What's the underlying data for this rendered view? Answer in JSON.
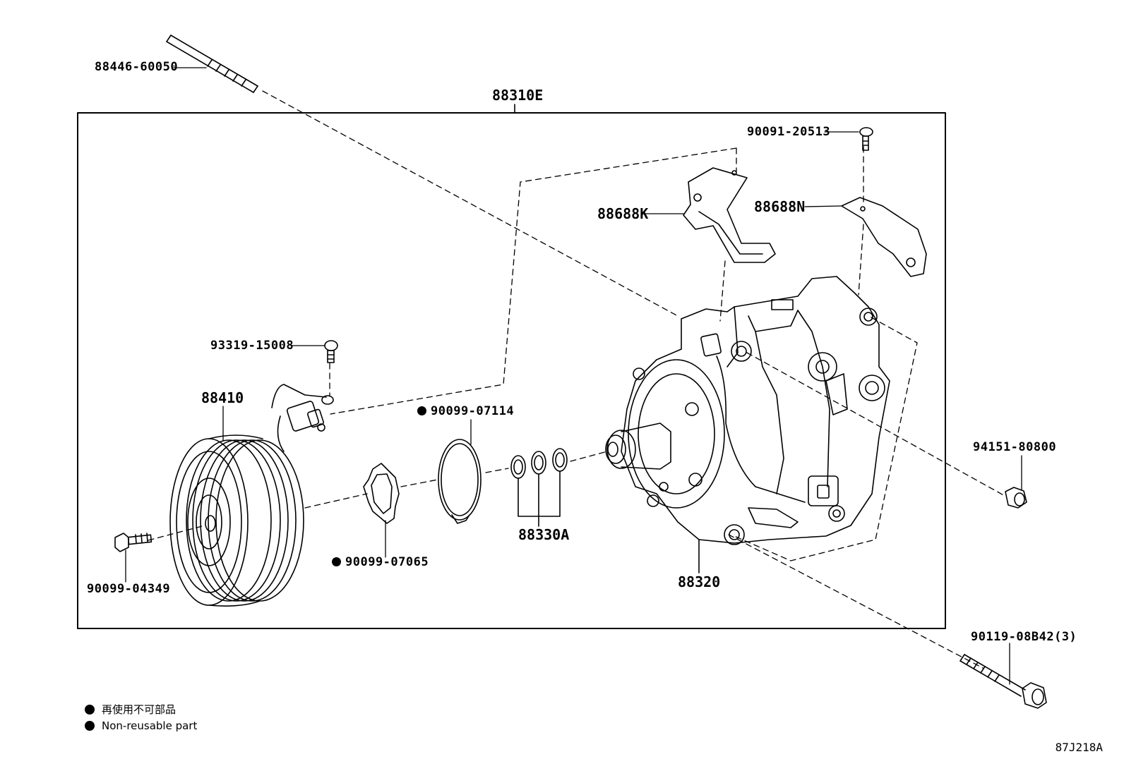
{
  "parts": {
    "assembly_code": "88310E",
    "stud_bolt": "88446-60050",
    "bracket_bolt": "90091-20513",
    "bracket_k": "88688K",
    "bracket_n": "88688N",
    "clutch_screw": "93319-15008",
    "pulley_clutch": "88410",
    "snap_ring": "90099-07114",
    "nut": "94151-80800",
    "shim_snap": "90099-07065",
    "shims": "88330A",
    "pulley_bolt": "90099-04349",
    "compressor": "88320",
    "mount_bolt": "90119-08B42(3)"
  },
  "legend": {
    "jp": "再使用不可部品",
    "en": "Non-reusable part"
  },
  "figure_code": "87J218A"
}
